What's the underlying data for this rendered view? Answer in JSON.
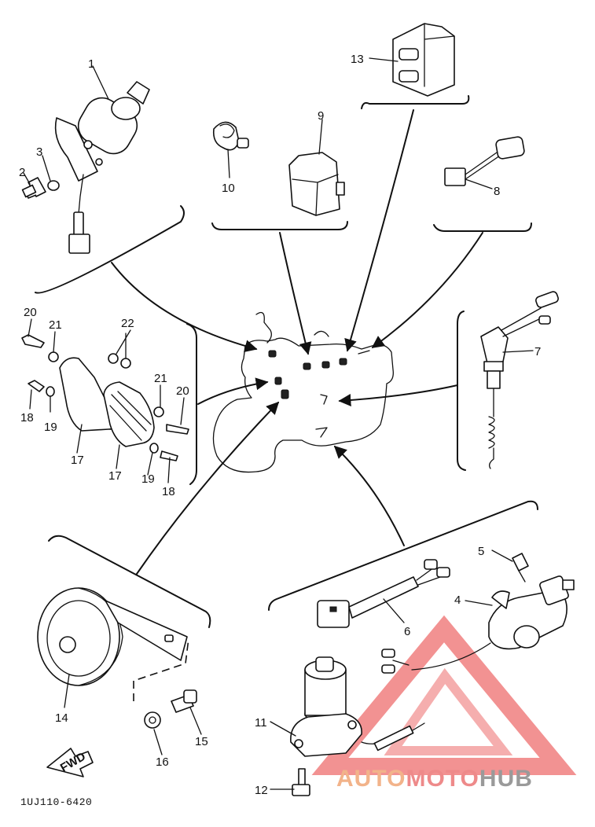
{
  "diagram": {
    "part_numbers": [
      "1",
      "2",
      "3",
      "4",
      "5",
      "6",
      "7",
      "8",
      "9",
      "10",
      "11",
      "12",
      "13",
      "14",
      "15",
      "16",
      "17",
      "17",
      "18",
      "18",
      "19",
      "19",
      "20",
      "20",
      "21",
      "21",
      "22"
    ],
    "drawing_code": "1UJ110-6420",
    "fwd_label": "FWD"
  },
  "watermark": {
    "text_auto": "AUTO",
    "text_moto": "MOTO",
    "text_hub": "HUB",
    "colors": {
      "auto": "#f2b38a",
      "moto": "#ee8a8a",
      "hub": "#9a9a9a",
      "triangle": "#f08080"
    }
  }
}
